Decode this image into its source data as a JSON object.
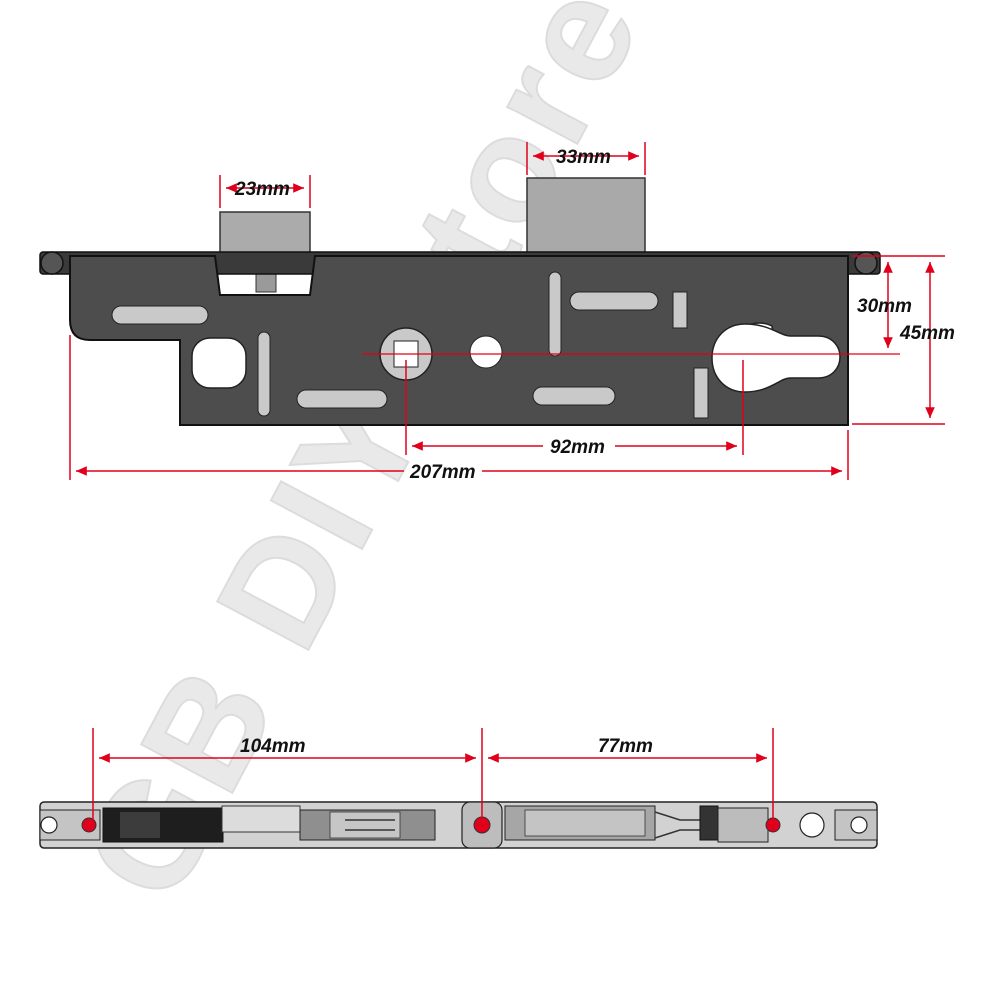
{
  "watermark": {
    "text": "GB DIY Store"
  },
  "colors": {
    "plate": "#4d4d4d",
    "plate_outline": "#111111",
    "slot": "#c9c9c9",
    "bolt": "#a8a8a8",
    "dimension_line": "#e0001b",
    "fixing_dot": "#e0001b",
    "faceplate": "#d2d2d2"
  },
  "dimensions": {
    "deadbolt_width": "33mm",
    "latch_width": "23mm",
    "backset": "30mm",
    "case_height": "45mm",
    "centres": "92mm",
    "case_length": "207mm",
    "fixing_left": "104mm",
    "fixing_right": "77mm"
  }
}
